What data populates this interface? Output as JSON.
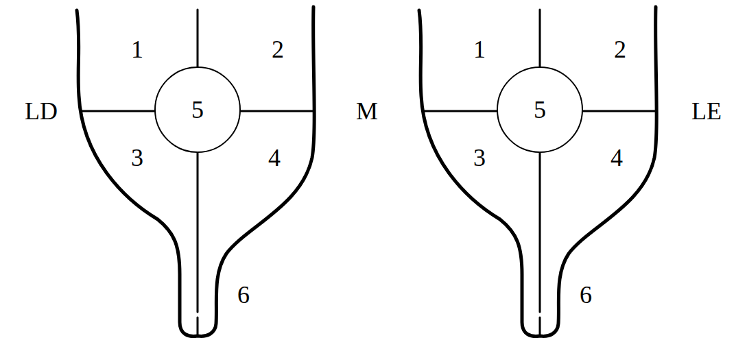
{
  "diagram": {
    "nodes": [
      {
        "text": [
          "5"
        ]
      },
      {
        "text": [
          "5"
        ]
      }
    ],
    "labels": [
      "LD",
      "1",
      "2",
      "3",
      "4",
      "6",
      "M",
      "1",
      "2",
      "3",
      "4",
      "6",
      "LE"
    ]
  }
}
